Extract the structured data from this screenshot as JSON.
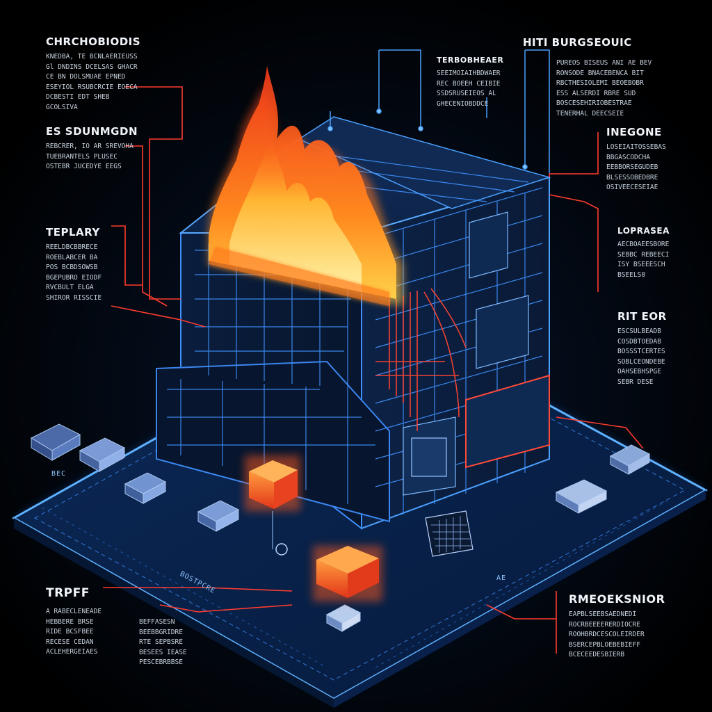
{
  "colors": {
    "background": "#000000",
    "wireframe": "#3b8cff",
    "platform": "#0d2f63",
    "leader": "#ff3b2f",
    "fire_outer": "#ff4a1c",
    "fire_inner": "#ffc43a"
  },
  "callouts": [
    {
      "id": "c1",
      "title": "CHRCHOBIODIS",
      "lines": [
        "KNEDBA, TE BCNLAERIEUSS",
        "Gl DNDINS DCELSAS GHACR",
        "CE BN DOLSMUAE EPNED",
        "ESEYIOL RSUBCRCIE EOECA",
        "DCBESTI EDT SHEB",
        "GCOLSIVA"
      ]
    },
    {
      "id": "c2",
      "title": "ES SDUNMGDN",
      "lines": [
        "REBCRER, IO AR SREVOHA",
        "TUEBRANTELS PLUSEC",
        "OSTEBR JUCEDYE EEGS"
      ]
    },
    {
      "id": "c3",
      "title": "TEPLARY",
      "lines": [
        "REELDBCBBRECE",
        "ROEBLABCER BA",
        "POS BCBDSOWSB",
        "BGEPUBRO EIODF",
        "RVCBULT ELGA",
        "SHIROR RISSCIE"
      ]
    },
    {
      "id": "c4",
      "title": "TERBOBHEAER",
      "lines": [
        "SEEIMOIAIHBDWAER",
        "REC BOEEH CEIBIE",
        "SSDSRUSEIEOS AL",
        "GHECENIOBDDCE"
      ]
    },
    {
      "id": "c5",
      "title": "HITI BURGSEOUIC",
      "lines": [
        "PUREOS BISEUS ANI AE BEV",
        "RONSODE BNACEBENCA BIT",
        "RBCTHESIOLEMI BEOEBOBR",
        "ESS ALSERDI RBRE SUD",
        "BOSCESEHIRIOBESTRAE",
        "TENERHAL DEECSEIE"
      ]
    },
    {
      "id": "c6",
      "title": "INEGONE",
      "lines": [
        "LOSEIAITOSSEBAS",
        "BBGASCODCHA",
        "EEBBORSEGUDEB",
        "BLSESSOBEDBRE",
        "OSIVEECESEIAE"
      ]
    },
    {
      "id": "c7",
      "title": "LOPRASEA",
      "lines": [
        "AECBOAEESBORE",
        "SEBBC REBEECI",
        "ISY BSEEESCH",
        "BSEELS0"
      ]
    },
    {
      "id": "c8",
      "title": "RIT EOR",
      "lines": [
        "ESCSULBEADB",
        "COSDBTOEDAB",
        "BOSSSTCERTES",
        "SOBLCEONDEBE",
        "OAHSEBHSPGE",
        "SEBR DESE"
      ]
    },
    {
      "id": "c9",
      "title": "TRPFF",
      "lines": [
        "A RABECLENEADE",
        "HEBBERE BRSE",
        "RIDE BCSFBEE",
        "RECESE CEDAN",
        "ACLEHERGEIAES"
      ]
    },
    {
      "id": "c10",
      "title": "",
      "lines": [
        "BEFFASESN",
        "BEEBBGRIDRE",
        "RTE SEPBSRE",
        "BESEES IEASE",
        "PESCEBRBBSE"
      ]
    },
    {
      "id": "c11",
      "title": "RMEOEKSNIOR",
      "lines": [
        "EAPBLSEEBSAEDNEDI",
        "ROCRBEEEERERDIOCRE",
        "ROOHBRDCESCOLEIRDER",
        "BSERCEPBLOEBEBIEFF",
        "BCECEEDESBIERB"
      ]
    }
  ],
  "tags": [
    "BEC",
    "AE",
    "BOSTPCRE"
  ]
}
